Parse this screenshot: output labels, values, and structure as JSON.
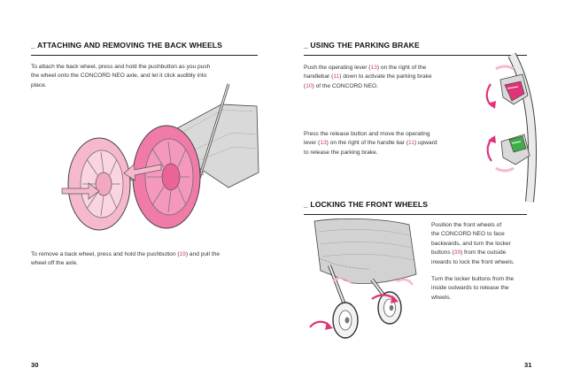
{
  "left": {
    "heading": "_ ATTACHING AND REMOVING THE BACK WHEELS",
    "attach_text": {
      "line1": "To attach the back wheel, press and hold the pushbutton as you push",
      "line2": "the wheel onto the CONCORD NEO axle, and let it click audibly into",
      "line3": "place."
    },
    "remove_text": {
      "line1a": "To remove a back wheel, press and hold the pushbutton (",
      "line1_ref": "19",
      "line1b": ") and pull the",
      "line2": "wheel off the axle."
    },
    "page_number": "30"
  },
  "right": {
    "brake_heading": "_ USING THE PARKING BRAKE",
    "brake_text1": {
      "line1a": "Push the operating lever (",
      "ref1": "13",
      "line1b": ") on the right of the",
      "line2a": "handlebar (",
      "ref2": "11",
      "line2b": ") down to activate the parking brake",
      "line3a": "(",
      "ref3": "10",
      "line3b": ") of the CONCORD NEO."
    },
    "brake_text2": {
      "line1": "Press the release button and move the operating",
      "line2a": "lever (",
      "ref1": "13",
      "line2b": ") on the right of the handle bar (",
      "ref2": "11",
      "line2c": ") upward",
      "line3": "to release the parking brake."
    },
    "wheels_heading": "_ LOCKING THE FRONT WHEELS",
    "wheels_text1": {
      "line1": "Position the front wheels of",
      "line2": "the CONCORD NEO to face",
      "line3": "backwards, and turn the locker",
      "line4a": "buttons (",
      "ref": "39",
      "line4b": ") from the outside",
      "line5": "inwards to lock the front wheels."
    },
    "wheels_text2": {
      "line1": "Turn the locker buttons from the",
      "line2": "inside outwards to release the",
      "line3": "wheels."
    },
    "page_number": "31"
  },
  "colors": {
    "accent_pink": "#e0337a",
    "wheel_pink": "#f07aa8",
    "wheel_light": "#f6b8cc",
    "green": "#3fae49",
    "fabric_gray": "#cfcfcf"
  }
}
